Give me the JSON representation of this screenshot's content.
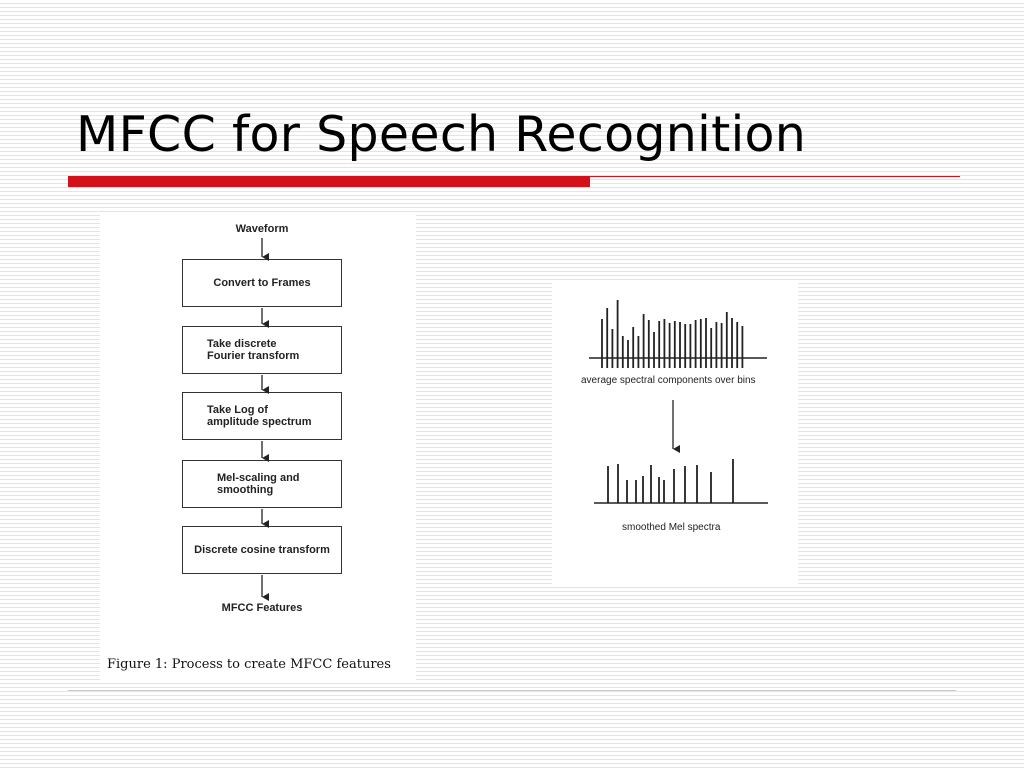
{
  "slide": {
    "title": "MFCC for Speech Recognition"
  },
  "flowchart": {
    "start_label": "Waveform",
    "steps": [
      "Convert to Frames",
      "Take discrete\nFourier transform",
      "Take Log of\namplitude spectrum",
      "Mel-scaling and\nsmoothing",
      "Discrete cosine transform"
    ],
    "end_label": "MFCC Features",
    "caption": "Figure 1: Process to create MFCC features"
  },
  "spectra": {
    "top_label": "average spectral components over bins",
    "bottom_label": "smoothed Mel spectra"
  },
  "colors": {
    "accent_red": "#d4101a",
    "stripe": "#e4e4e4",
    "ink": "#222222"
  }
}
